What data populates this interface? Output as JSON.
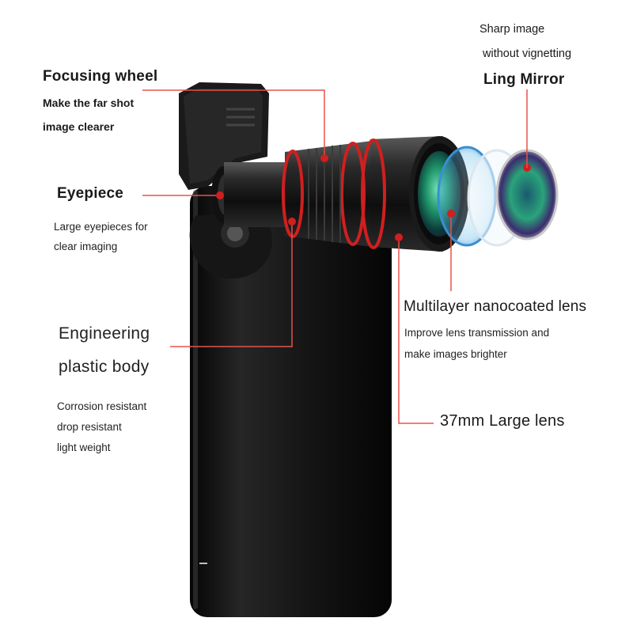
{
  "annotations": {
    "focusing_wheel": {
      "title": "Focusing wheel",
      "desc_line1": "Make the far shot",
      "desc_line2": "image clearer"
    },
    "eyepiece": {
      "title": "Eyepiece",
      "desc_line1": "Large eyepieces for",
      "desc_line2": "clear imaging"
    },
    "body": {
      "title_line1": "Engineering",
      "title_line2": "plastic body",
      "desc_line1": "Corrosion resistant",
      "desc_line2": "drop resistant",
      "desc_line3": "light weight"
    },
    "ling_mirror": {
      "desc_line1": "Sharp image",
      "desc_line2": "without vignetting",
      "title": "Ling Mirror"
    },
    "multilayer": {
      "title": "Multilayer nanocoated lens",
      "desc_line1": "Improve lens transmission and",
      "desc_line2": "make images brighter"
    },
    "large_lens": {
      "title": "37mm Large lens"
    }
  },
  "colors": {
    "callout_line": "#e8524a",
    "lens_ring": "#d11f1f",
    "phone_body": "#161616",
    "lens_glass": "#1f9a6a"
  }
}
